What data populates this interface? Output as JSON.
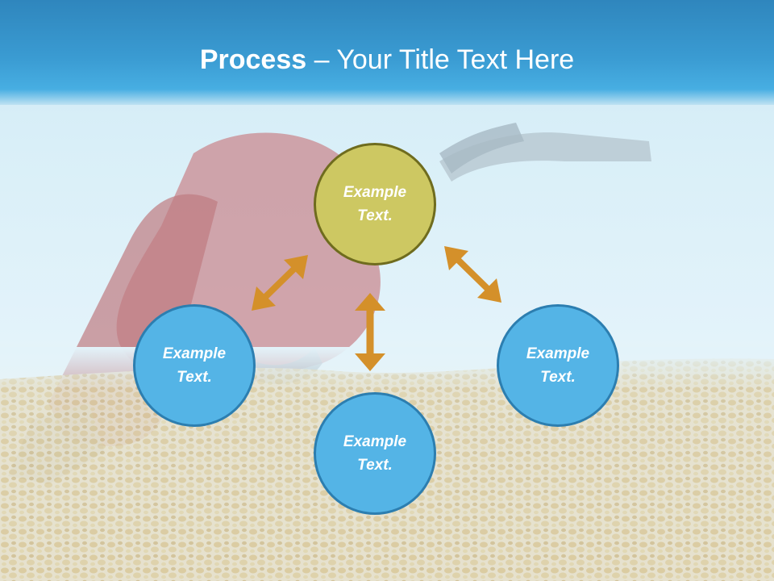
{
  "slide": {
    "title_bold": "Process",
    "title_rest": " – Your Title Text Here",
    "colors": {
      "title_bar": "#3a9bd2",
      "olive_node": "#cdc862",
      "blue_node": "#54b4e6",
      "arrow": "#d4902a"
    }
  },
  "diagram": {
    "center_node": {
      "label_line1": "Example",
      "label_line2": "Text."
    },
    "left_node": {
      "label_line1": "Example",
      "label_line2": "Text."
    },
    "bottom_node": {
      "label_line1": "Example",
      "label_line2": "Text."
    },
    "right_node": {
      "label_line1": "Example",
      "label_line2": "Text."
    }
  }
}
